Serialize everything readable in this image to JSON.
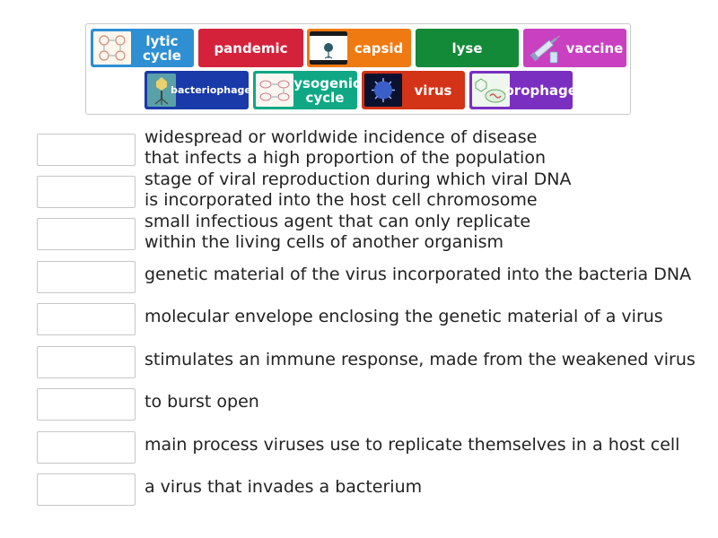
{
  "tiles": [
    {
      "label": "lytic\ncycle",
      "color": "#2e8fd2",
      "icon": "lytic-cycle-diagram"
    },
    {
      "label": "pandemic",
      "color": "#d5223b"
    },
    {
      "label": "capsid",
      "color": "#f07a12",
      "icon": "capsid-microscope-image"
    },
    {
      "label": "lyse",
      "color": "#138a38"
    },
    {
      "label": "vaccine",
      "color": "#c940c0",
      "icon": "vaccine-syringe-image"
    },
    {
      "label": "bacteriophage",
      "color": "#1a3aaa",
      "icon": "bacteriophage-image"
    },
    {
      "label": "lysogenic\ncycle",
      "color": "#10a884",
      "icon": "lysogenic-cycle-diagram"
    },
    {
      "label": "virus",
      "color": "#d33317",
      "icon": "virus-particle-image"
    },
    {
      "label": "prophage",
      "color": "#7a2fc0",
      "icon": "prophage-diagram"
    }
  ],
  "clues": [
    "widespread or worldwide incidence of disease\nthat infects a high proportion of the population",
    "stage of viral reproduction during which viral DNA\nis incorporated into the host cell chromosome",
    "small infectious agent that can only replicate\nwithin the living cells of another organism",
    "genetic material of the virus incorporated into the bacteria DNA",
    "molecular envelope enclosing the genetic material of a virus",
    "stimulates an immune response, made from the weakened virus",
    "to burst open",
    "main process viruses use to replicate themselves in a host cell",
    "a virus that invades a bacterium"
  ]
}
